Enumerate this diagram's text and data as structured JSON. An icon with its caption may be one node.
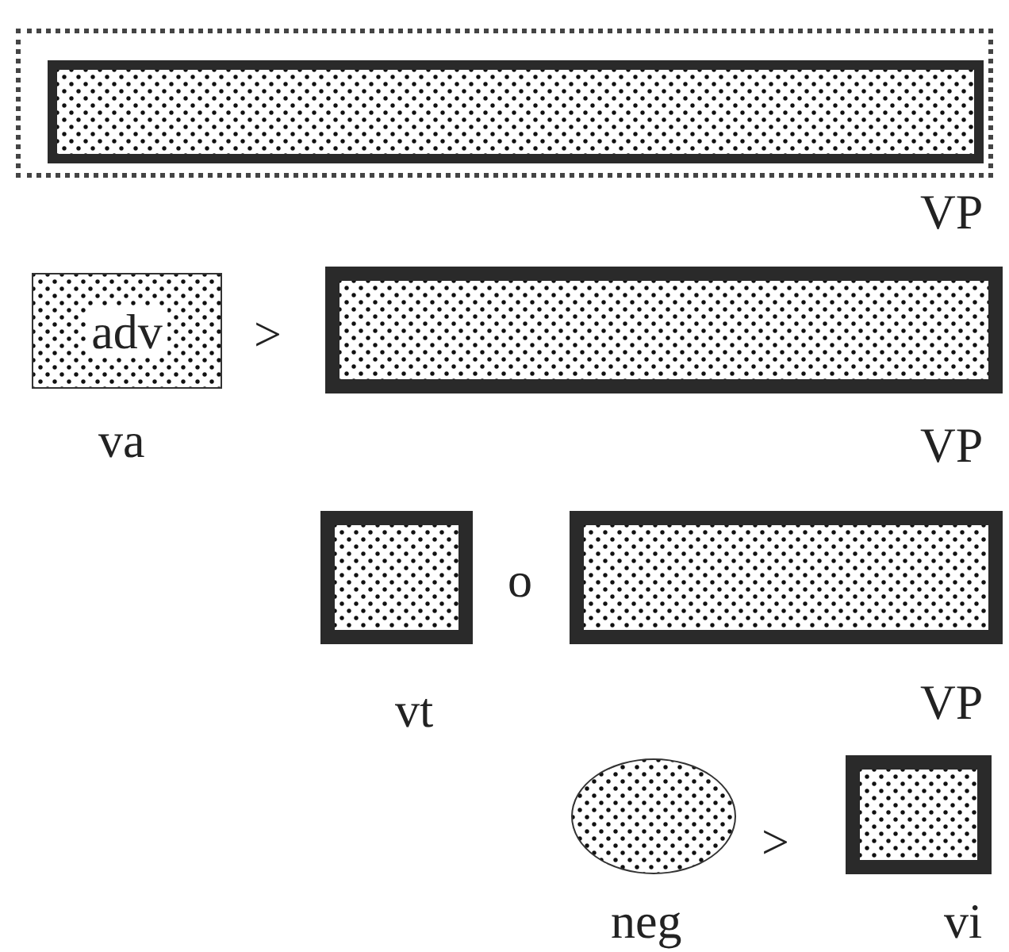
{
  "diagram": {
    "nodes": [
      {
        "text": [],
        "shape": "box"
      },
      {
        "text": [],
        "shape": "bar",
        "in": 0
      },
      {
        "text": [
          "adv"
        ],
        "beside": [
          "va"
        ]
      },
      {
        "text": [],
        "shape": "bar"
      },
      {
        "text": [],
        "shape": "box",
        "beside": [
          "vt"
        ]
      },
      {
        "text": [],
        "shape": "bar"
      },
      {
        "text": [],
        "shape": "ellipse",
        "beside": [
          "neg"
        ]
      },
      {
        "text": [],
        "shape": "box",
        "beside": [
          "vi"
        ]
      }
    ],
    "edges": [],
    "labels": [
      "VP",
      ">",
      "VP",
      "o",
      "VP",
      ">"
    ]
  }
}
